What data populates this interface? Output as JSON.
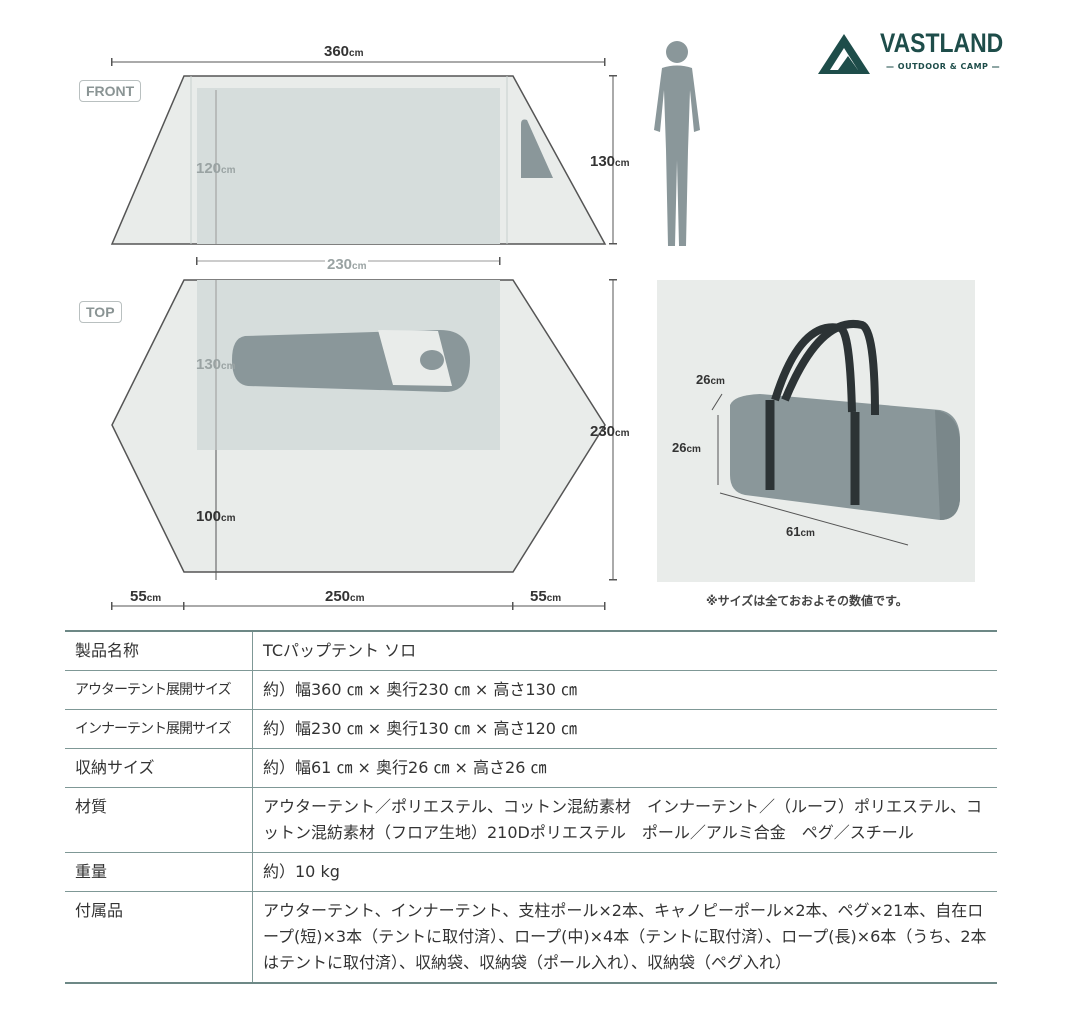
{
  "brand": {
    "name": "VASTLAND",
    "tagline": "OUTDOOR & CAMP",
    "color": "#1e4d4a"
  },
  "diagram": {
    "front_tag": "FRONT",
    "top_tag": "TOP",
    "front_width": "360",
    "front_height": "130",
    "inner_height": "120",
    "inner_width": "230",
    "top_depth_inner": "130",
    "top_front": "100",
    "top_depth": "230",
    "bottom_left": "55",
    "bottom_mid": "250",
    "bottom_right": "55",
    "unit": "cm"
  },
  "bag": {
    "depth": "26",
    "height": "26",
    "width": "61",
    "unit": "cm"
  },
  "note": "※サイズは全ておおよその数値です。",
  "specs": [
    {
      "key": "製品名称",
      "value": "TCパップテント ソロ"
    },
    {
      "key": "アウターテント展開サイズ",
      "value": "約）幅360 ㎝ × 奥行230 ㎝ × 高さ130 ㎝"
    },
    {
      "key": "インナーテント展開サイズ",
      "value": "約）幅230 ㎝ × 奥行130 ㎝ × 高さ120 ㎝"
    },
    {
      "key": "収納サイズ",
      "value": "約）幅61 ㎝ × 奥行26 ㎝ × 高さ26 ㎝"
    },
    {
      "key": "材質",
      "value": "アウターテント／ポリエステル、コットン混紡素材　インナーテント／（ルーフ）ポリエステル、コットン混紡素材（フロア生地）210Dポリエステル　ポール／アルミ合金　ペグ／スチール"
    },
    {
      "key": "重量",
      "value": "約）10 kg"
    },
    {
      "key": "付属品",
      "value": "アウターテント、インナーテント、支柱ポール×2本、キャノピーポール×2本、ペグ×21本、自在ロープ(短)×3本（テントに取付済）、ロープ(中)×4本（テントに取付済）、ロープ(長)×6本（うち、2本はテントに取付済）、収納袋、収納袋（ポール入れ）、収納袋（ペグ入れ）"
    }
  ]
}
